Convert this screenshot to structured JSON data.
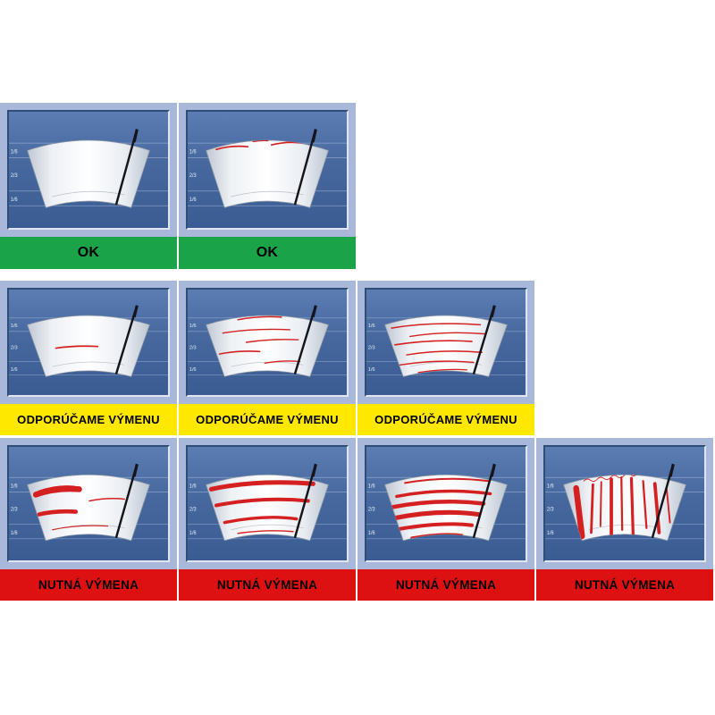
{
  "page": {
    "background": "#ffffff"
  },
  "scale_labels": [
    "1/6",
    "2/3",
    "1/6"
  ],
  "colors": {
    "ok_bar": "#1aa347",
    "recommend_bar": "#ffe800",
    "must_bar": "#dd1111",
    "frame_blue": "#a9b8da",
    "panel_blue": "#46689e",
    "streak_red": "#d42020",
    "blade_black": "#14141a",
    "label_text": "#000000"
  },
  "rows": [
    {
      "status": "ok",
      "label": "OK",
      "cells": [
        {
          "pattern": "clean"
        },
        {
          "pattern": "faint-top"
        }
      ]
    },
    {
      "status": "recommend",
      "label": "ODPORÚČAME VÝMENU",
      "cells": [
        {
          "pattern": "single-line"
        },
        {
          "pattern": "few-lines"
        },
        {
          "pattern": "many-lines"
        }
      ]
    },
    {
      "status": "must",
      "label": "NUTNÁ VÝMENA",
      "cells": [
        {
          "pattern": "smear-left"
        },
        {
          "pattern": "thick-streaks"
        },
        {
          "pattern": "heavy-streaks"
        },
        {
          "pattern": "vertical-smears"
        }
      ]
    }
  ]
}
